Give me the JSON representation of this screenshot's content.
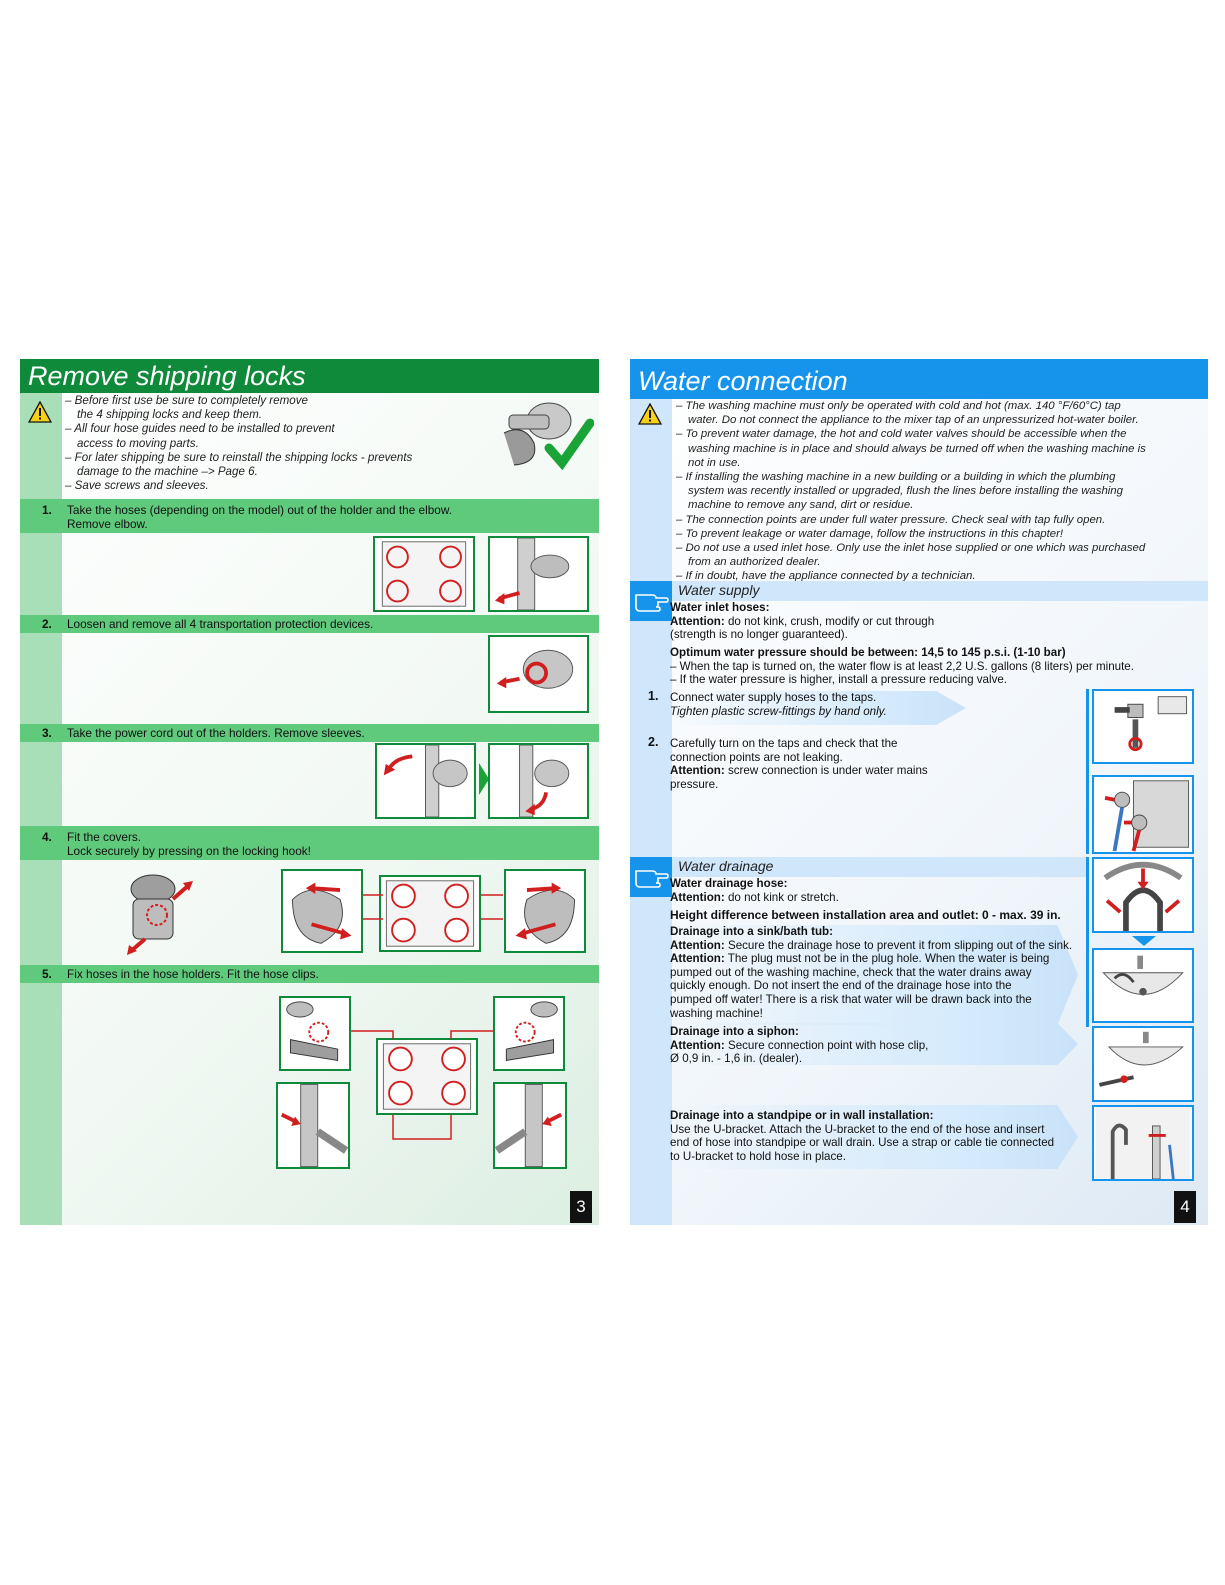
{
  "left_page": {
    "title": "Remove shipping locks",
    "warning_items": [
      "– Before first use be sure to completely remove",
      "the 4 shipping locks and keep them.",
      "– All four hose guides need to be installed to prevent",
      "access to moving parts.",
      "– For later shipping be sure to reinstall the shipping locks - prevents",
      "damage to the machine –> Page 6.",
      "– Save screws and sleeves."
    ],
    "steps": [
      {
        "num": "1.",
        "line1": "Take the hoses (depending on the model) out of the holder and the elbow.",
        "line2": "Remove elbow."
      },
      {
        "num": "2.",
        "line1": "Loosen and remove all 4 transportation protection devices.",
        "line2": ""
      },
      {
        "num": "3.",
        "line1": "Take the power cord out of the holders. Remove sleeves.",
        "line2": ""
      },
      {
        "num": "4.",
        "line1": "Fit the covers.",
        "line2": "Lock securely by pressing on the locking hook!"
      },
      {
        "num": "5.",
        "line1": "Fix hoses in the hose holders. Fit the hose clips.",
        "line2": ""
      }
    ],
    "page_number": "3"
  },
  "right_page": {
    "title": "Water connection",
    "warning_lines": [
      "– The washing machine must only be operated with cold and hot (max. 140 °F/60°C) tap",
      "water. Do not connect the appliance to the mixer tap of an unpressurized hot-water boiler.",
      "– To prevent water damage, the hot and cold water valves should be accessible when the",
      "washing machine is in place and should always be turned off when the washing machine is",
      "not in use.",
      "– If installing the washing machine in a new building or a building in which the plumbing",
      "system was recently installed or upgraded, flush the lines before installing the washing",
      "machine to remove any sand, dirt or residue.",
      "– The connection points are under full water pressure. Check seal with tap fully open.",
      "– To prevent leakage or water damage, follow the instructions in this chapter!",
      "– Do not use a used inlet hose. Only use the inlet hose supplied or one which was purchased",
      "from an authorized dealer.",
      "– If in doubt, have the appliance connected by a technician."
    ],
    "water_supply": {
      "heading": "Water supply",
      "inlet_title": "Water inlet hoses:",
      "inlet_attention_label": "Attention:",
      "inlet_attention_text": " do not kink, crush, modify or cut through",
      "inlet_note": "(strength is no longer guaranteed).",
      "pressure_title": "Optimum water pressure should be between: 14,5 to 145 p.s.i. (1-10 bar)",
      "pressure_line1": "– When the tap is turned on, the water flow is at least 2,2 U.S. gallons (8 liters) per minute.",
      "pressure_line2": "– If the water pressure is higher, install a pressure reducing valve.",
      "step1_num": "1.",
      "step1_line1": "Connect water supply hoses to the taps.",
      "step1_line2": "Tighten plastic screw-fittings by hand only.",
      "step2_num": "2.",
      "step2_line1": "Carefully turn on the taps and check that the",
      "step2_line2": "connection points are not leaking.",
      "step2_attention_label": "Attention:",
      "step2_attention_text": " screw connection is under water mains",
      "step2_line4": "pressure."
    },
    "water_drainage": {
      "heading": "Water drainage",
      "hose_title": "Water drainage hose:",
      "hose_attention_label": "Attention:",
      "hose_attention_text": " do not kink or stretch.",
      "height_title": "Height difference between installation area and outlet: 0 - max. 39 in.",
      "sink_title": "Drainage into a sink/bath tub:",
      "sink_att1_label": "Attention:",
      "sink_att1_text": " Secure the drainage hose to prevent it from slipping out of the sink.",
      "sink_att2_label": "Attention:",
      "sink_att2_text": " The plug must not be in the plug hole. When the water is being",
      "sink_line3": "pumped out of the washing machine, check that the water drains away",
      "sink_line4": "quickly enough. Do not insert the end of the drainage hose into the",
      "sink_line5": "pumped off water! There is a risk that water will be drawn back into the",
      "sink_line6": "washing machine!",
      "siphon_title": "Drainage into a siphon:",
      "siphon_att_label": "Attention:",
      "siphon_att_text": " Secure connection point with hose clip,",
      "siphon_line2": "Ø 0,9 in. - 1,6 in. (dealer).",
      "standpipe_title": "Drainage into a standpipe or in wall installation:",
      "standpipe_line1": "Use the U-bracket. Attach the U-bracket to the end of the hose and insert",
      "standpipe_line2": "end of hose into standpipe or wall drain. Use a strap or cable tie connected",
      "standpipe_line3": "to U-bracket to hold hose in place."
    },
    "page_number": "4"
  },
  "colors": {
    "green_header": "#0f8a3a",
    "green_step": "#5fc97c",
    "blue_header": "#1694ec",
    "warning_yellow": "#f7d117",
    "accent_red": "#d11f1f"
  },
  "icons": [
    "warning-icon",
    "pointing-hand-icon",
    "checkmark-icon"
  ]
}
